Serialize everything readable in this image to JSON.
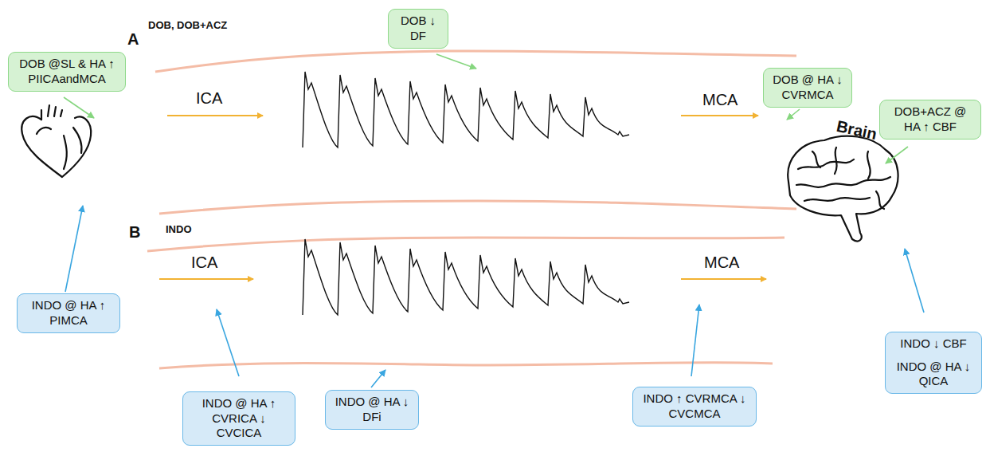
{
  "diagram": {
    "nodes": [
      {
        "text": [
          "DOB ↓ DF"
        ]
      },
      {
        "text": [
          "DOB @SL & HA ↑ PIICAandMCA"
        ]
      },
      {
        "text": [
          "DOB @ HA ↓ CVRMCA"
        ]
      },
      {
        "text": [
          "DOB+ACZ @ HA ↑ CBF"
        ]
      },
      {
        "text": [
          "INDO @ HA ↑ PIMCA"
        ]
      },
      {
        "text": [
          "INDO ↓ CBF",
          "INDO @ HA ↓ QICA"
        ]
      },
      {
        "text": [
          "INDO @ HA ↑ CVRICA ↓ CVCICA"
        ]
      },
      {
        "text": [
          "INDO @ HA ↓ DFi"
        ]
      },
      {
        "text": [
          "INDO ↑ CVRMCA ↓ CVCMCA"
        ]
      }
    ],
    "labels": [
      "A",
      "DOB, DOB+ACZ",
      "ICA",
      "MCA",
      "B",
      "INDO",
      "ICA",
      "MCA",
      "Brain"
    ]
  }
}
